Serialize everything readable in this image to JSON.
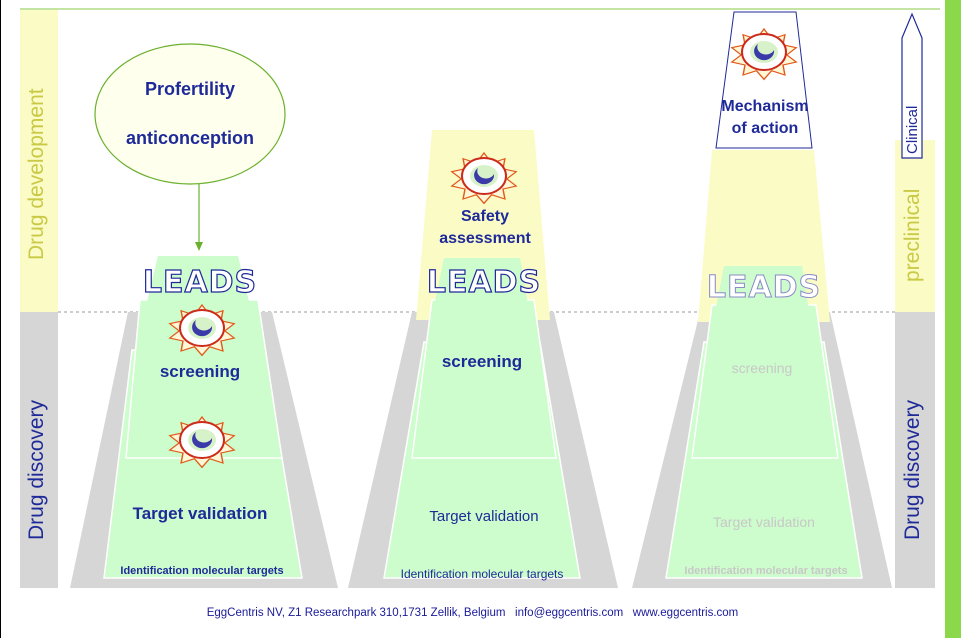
{
  "colors": {
    "navy": "#1f2a99",
    "green_fill": "#cdfccd",
    "yellow_fill": "#fbfbc6",
    "gray_fill": "#d6d6d6",
    "accent_green": "#8bd84a",
    "faded_text": "#c8c8c8"
  },
  "side_labels": {
    "left_top": "Drug development",
    "left_bottom": "Drug discovery",
    "right_top": "preclinical",
    "right_bottom": "Drug discovery",
    "right_arrow": "Clinical"
  },
  "ellipse": {
    "line1": "Profertility",
    "line2": "anticonception"
  },
  "leads_label": "LEADS",
  "stage_labels": {
    "screening": "screening",
    "target_validation": "Target validation",
    "identification": "Identification molecular targets",
    "safety": "Safety assessment",
    "safety_line1": "Safety",
    "safety_line2": "assessment",
    "mechanism_line1": "Mechanism",
    "mechanism_line2": "of action"
  },
  "icon": "egg-sun-icon",
  "footer": "EggCentris NV, Z1 Researchpark 310,1731 Zellik, Belgium   info@eggcentris.com   www.eggcentris.com"
}
